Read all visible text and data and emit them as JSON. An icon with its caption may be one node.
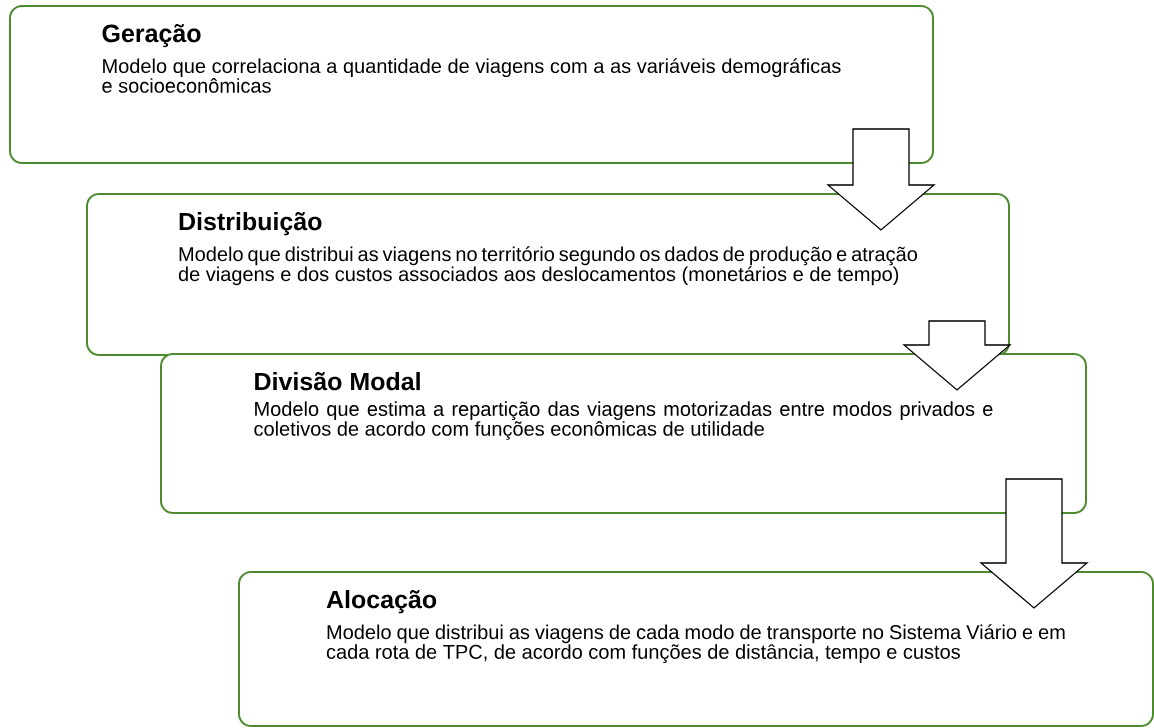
{
  "diagram": {
    "nodes": [
      {
        "text": [
          "Geração",
          "Modelo que correlaciona a quantidade de viagens com a as variáveis demográficas e socioeconômicas"
        ]
      },
      {
        "text": [
          "Distribuição",
          "Modelo que distribui as viagens no território segundo os dados de produção e atração de viagens e dos custos associados aos deslocamentos (monetários e de tempo)"
        ]
      },
      {
        "text": [
          "Divisão Modal",
          "Modelo que estima a repartição das viagens motorizadas entre modos privados e coletivos de acordo com funções econômicas de utilidade"
        ]
      },
      {
        "text": [
          "Alocação",
          "Modelo que distribui as viagens de cada modo de transporte no Sistema Viário e em cada rota de TPC, de acordo com funções de distância, tempo e custos"
        ]
      }
    ],
    "edges": [
      {
        "from": 0,
        "to": 1,
        "arrow": "to"
      },
      {
        "from": 1,
        "to": 2,
        "arrow": "to"
      },
      {
        "from": 2,
        "to": 3,
        "arrow": "to"
      }
    ]
  }
}
